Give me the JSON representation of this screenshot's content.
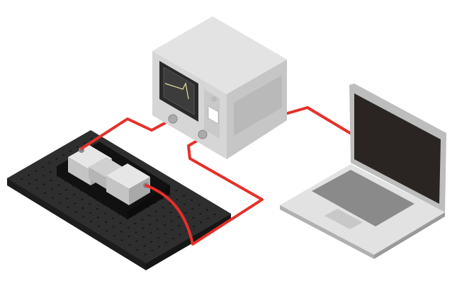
{
  "scene": {
    "description_items": [
      "optical-breadboard",
      "device-under-test",
      "network-analyzer",
      "laptop",
      "rf-cables"
    ],
    "colors": {
      "cable": "#e5302a",
      "breadboard": "#2b2b2b",
      "instrument": "#d9d9d9",
      "laptop": "#c8c8c8",
      "screen": "#2a2522"
    }
  }
}
